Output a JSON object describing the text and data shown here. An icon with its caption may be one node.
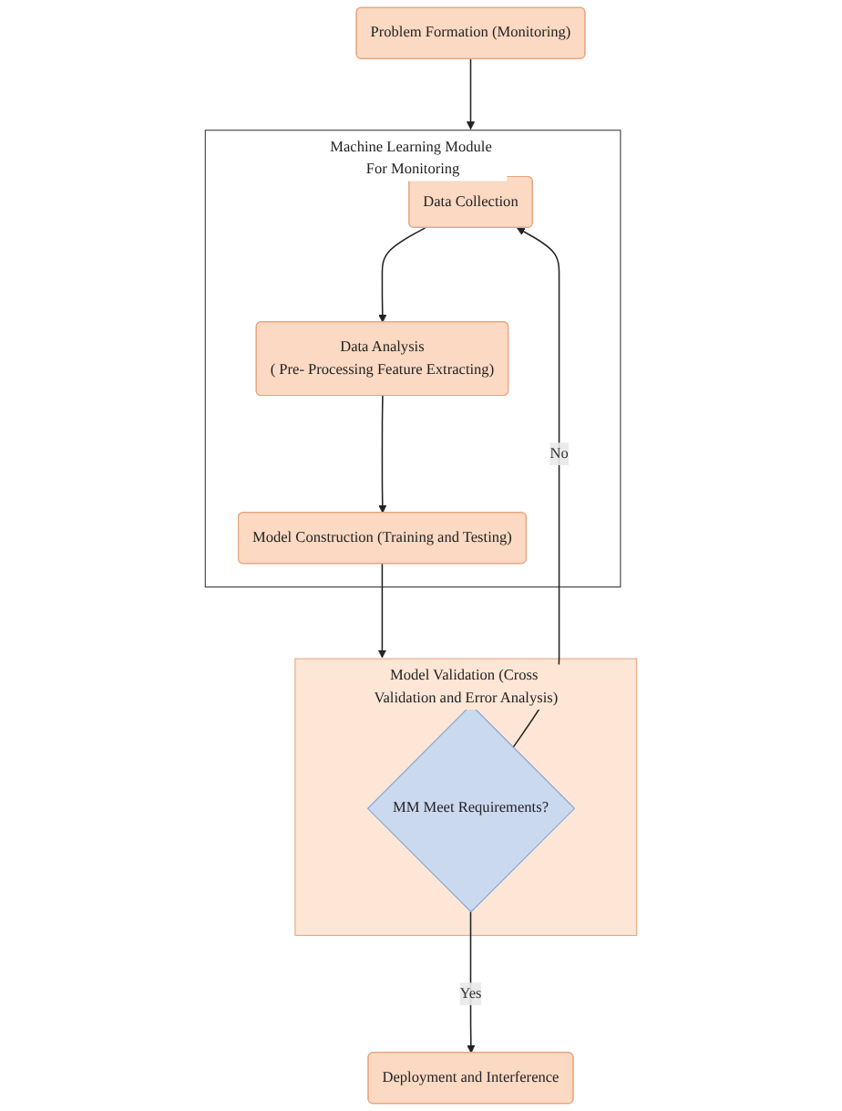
{
  "diagram": {
    "nodes": [
      {
        "text": [
          "Problem Formation (Monitoring)"
        ]
      },
      {
        "text": [
          "Machine Learning Module For Monitoring"
        ]
      },
      {
        "text": [
          "Data Collection"
        ],
        "in": 1
      },
      {
        "text": [
          "Data Analysis",
          "( Pre- Processing Feature Extracting)"
        ],
        "in": 1
      },
      {
        "text": [
          "Model Construction (Training and Testing)"
        ],
        "in": 1
      },
      {
        "text": [
          "Model Validation (Cross Validation and Error Analysis)"
        ]
      },
      {
        "text": [
          "MM Meet Requirements?"
        ],
        "in": 5
      },
      {
        "text": [
          "Deployment and Interference"
        ]
      }
    ],
    "edges": [
      {
        "from": 0,
        "to": 1,
        "arrow": "to"
      },
      {
        "from": 2,
        "to": 3,
        "arrow": "to"
      },
      {
        "from": 3,
        "to": 4,
        "arrow": "to"
      },
      {
        "from": 4,
        "to": 5,
        "arrow": "to"
      },
      {
        "from": 6,
        "to": 7,
        "label": "Yes",
        "arrow": "to"
      },
      {
        "from": 6,
        "to": 2,
        "label": "No",
        "arrow": "to"
      }
    ]
  }
}
